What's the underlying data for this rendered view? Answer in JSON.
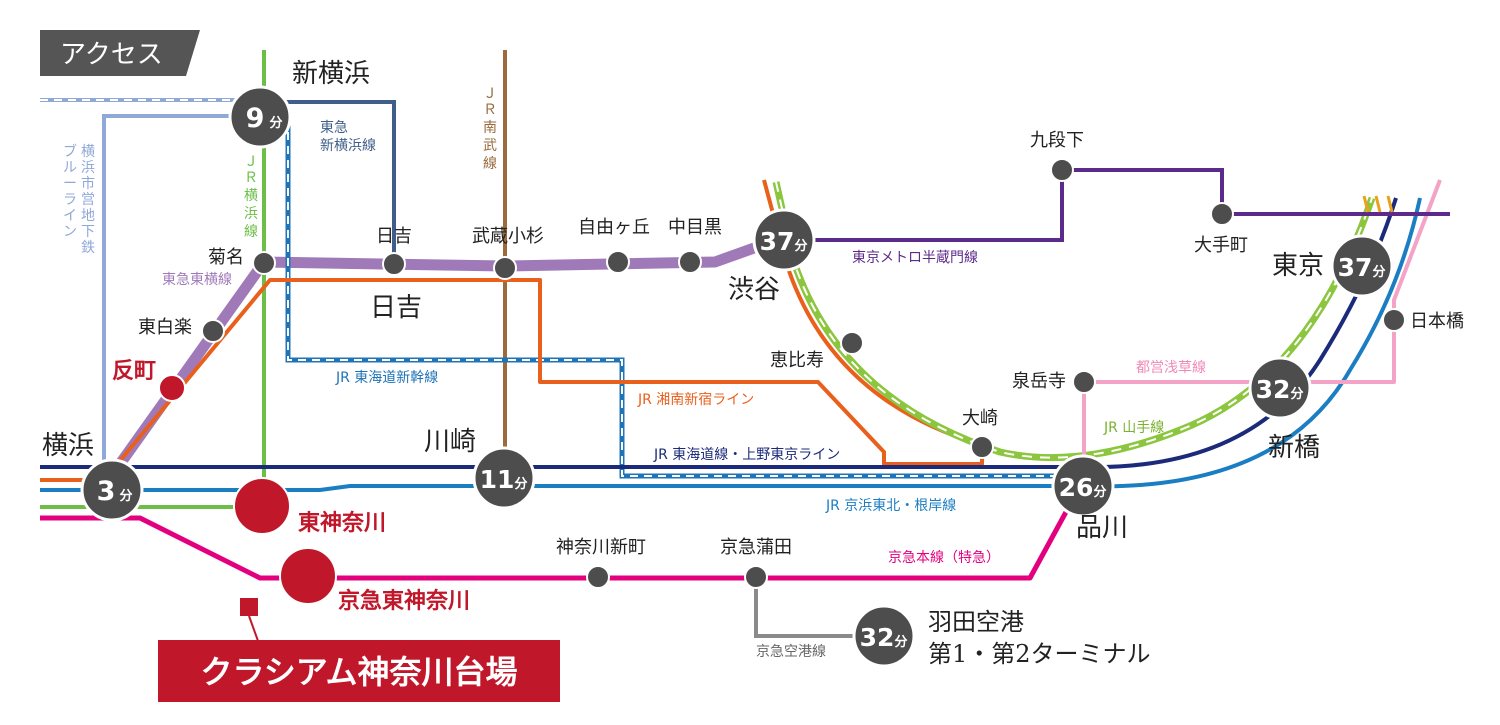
{
  "header": {
    "label": "アクセス"
  },
  "colors": {
    "jr_yokohama": "#6bbf46",
    "tokyu_toyoko": "#a07ab8",
    "tokyu_shinyokohama": "#3f5f8a",
    "jr_nambu": "#9a6b3d",
    "blue_line": "#8fa8d8",
    "shinkansen": "#1f74b8",
    "shonan_shinjuku": "#e8601c",
    "tokaido": "#1b2b7a",
    "keihin_tohoku": "#1b7ec3",
    "keikyu": "#e3007f",
    "keikyu_airport": "#8a8a8a",
    "hanzomon": "#5c2a8a",
    "asakusa": "#f3a4c6",
    "yamanote": "#8cc63f",
    "accent_red": "#c0172a",
    "station_dot": "#4d4d4d"
  },
  "stations": {
    "shin_yokohama": {
      "name": "新横浜",
      "minutes": "9",
      "unit": "分"
    },
    "shibuya": {
      "name": "渋谷",
      "minutes": "37",
      "unit": "分"
    },
    "tokyo": {
      "name": "東京",
      "minutes": "37",
      "unit": "分"
    },
    "shimbashi": {
      "name": "新橋",
      "minutes": "32",
      "unit": "分"
    },
    "shinagawa": {
      "name": "品川",
      "minutes": "26",
      "unit": "分"
    },
    "kawasaki": {
      "name": "川崎",
      "minutes": "11",
      "unit": "分"
    },
    "yokohama": {
      "name": "横浜",
      "minutes": "3",
      "unit": "分"
    },
    "haneda": {
      "name_line1": "羽田空港",
      "name_line2": "第1・第2ターミナル",
      "minutes": "32",
      "unit": "分"
    },
    "higashi_kanagawa": {
      "name": "東神奈川"
    },
    "keikyu_higashi_kanagawa": {
      "name": "京急東神奈川"
    },
    "tammachi": {
      "name": "反町"
    },
    "kikuna": {
      "name": "菊名"
    },
    "higashi_hakuraku": {
      "name": "東白楽"
    },
    "hiyoshi_top": {
      "name": "日吉"
    },
    "hiyoshi_big": {
      "name": "日吉"
    },
    "musashi_kosugi": {
      "name": "武蔵小杉"
    },
    "jiyugaoka": {
      "name": "自由ヶ丘"
    },
    "nakameguro": {
      "name": "中目黒"
    },
    "kudanshita": {
      "name": "九段下"
    },
    "otemachi": {
      "name": "大手町"
    },
    "nihombashi": {
      "name": "日本橋"
    },
    "sengakuji": {
      "name": "泉岳寺"
    },
    "ebisu": {
      "name": "恵比寿"
    },
    "osaki": {
      "name": "大崎"
    },
    "kanagawa_shinmachi": {
      "name": "神奈川新町"
    },
    "keikyu_kamata": {
      "name": "京急蒲田"
    }
  },
  "lines": {
    "tokyu_shinyokohama": [
      "東急",
      "新横浜線"
    ],
    "jr_nambu": [
      "Ｊ",
      "Ｒ",
      "南",
      "武",
      "線"
    ],
    "jr_yokohama": [
      "Ｊ",
      "Ｒ",
      "横",
      "浜",
      "線"
    ],
    "blue_line_a": [
      "横",
      "浜",
      "市",
      "営",
      "地",
      "下",
      "鉄"
    ],
    "blue_line_b": [
      "ブ",
      "ル",
      "ー",
      "ラ",
      "イ",
      "ン"
    ],
    "tokyu_toyoko": "東急東横線",
    "shinkansen": "JR 東海道新幹線",
    "shonan_shinjuku": "JR 湘南新宿ライン",
    "tokaido": "JR 東海道線・上野東京ライン",
    "keihin_tohoku": "JR 京浜東北・根岸線",
    "hanzomon": "東京メトロ半蔵門線",
    "asakusa": "都営浅草線",
    "yamanote": "JR 山手線",
    "keikyu": "京急本線（特急）",
    "keikyu_airport": "京急空港線"
  },
  "property": {
    "name": "クラシアム神奈川台場"
  }
}
